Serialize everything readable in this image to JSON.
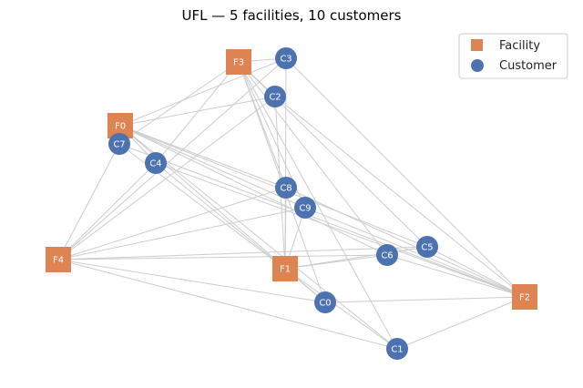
{
  "title": "UFL — 5 facilities, 10 customers",
  "legend": {
    "position": "top-right",
    "items": [
      {
        "label": "Facility",
        "kind": "facility"
      },
      {
        "label": "Customer",
        "kind": "customer"
      }
    ]
  },
  "colors": {
    "facility": "#DD8452",
    "customer": "#4C72B0",
    "edge": "#cccccc",
    "label": "#ffffff"
  },
  "facilities": [
    {
      "id": "F0",
      "label": "F0"
    },
    {
      "id": "F1",
      "label": "F1"
    },
    {
      "id": "F2",
      "label": "F2"
    },
    {
      "id": "F3",
      "label": "F3"
    },
    {
      "id": "F4",
      "label": "F4"
    }
  ],
  "customers": [
    {
      "id": "C0",
      "label": "C0"
    },
    {
      "id": "C1",
      "label": "C1"
    },
    {
      "id": "C2",
      "label": "C2"
    },
    {
      "id": "C3",
      "label": "C3"
    },
    {
      "id": "C4",
      "label": "C4"
    },
    {
      "id": "C5",
      "label": "C5"
    },
    {
      "id": "C6",
      "label": "C6"
    },
    {
      "id": "C7",
      "label": "C7"
    },
    {
      "id": "C8",
      "label": "C8"
    },
    {
      "id": "C9",
      "label": "C9"
    }
  ]
}
